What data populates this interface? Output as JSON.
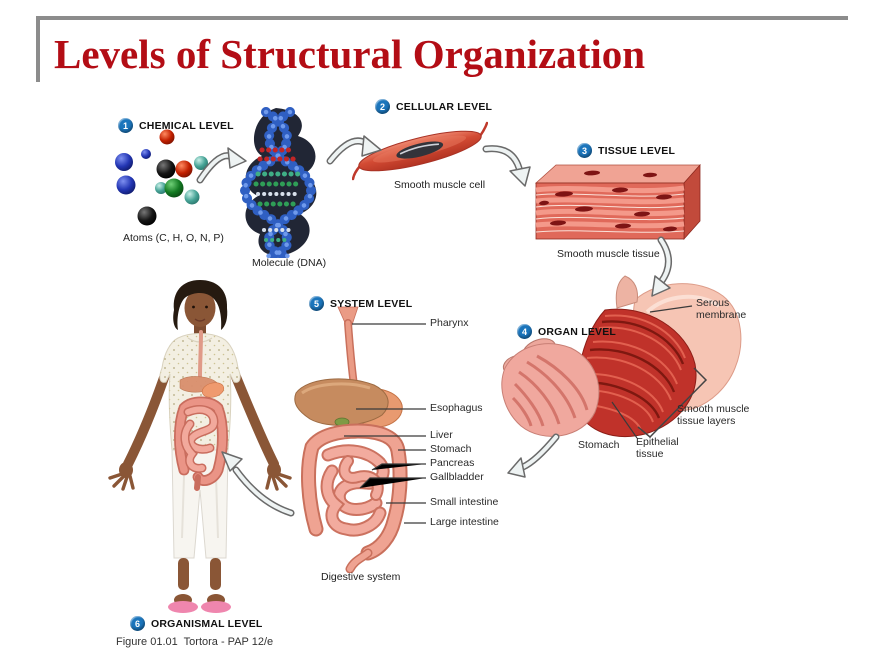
{
  "slide": {
    "title": "Levels of Structural Organization",
    "figure_caption": "Figure 01.01  Tortora - PAP 12/e"
  },
  "levels": [
    {
      "num": "1",
      "label": "CHEMICAL LEVEL"
    },
    {
      "num": "2",
      "label": "CELLULAR LEVEL"
    },
    {
      "num": "3",
      "label": "TISSUE LEVEL"
    },
    {
      "num": "4",
      "label": "ORGAN LEVEL"
    },
    {
      "num": "5",
      "label": "SYSTEM LEVEL"
    },
    {
      "num": "6",
      "label": "ORGANISMAL LEVEL"
    }
  ],
  "chemical": {
    "atoms_caption": "Atoms (C, H, O, N, P)",
    "molecule_caption": "Molecule (DNA)"
  },
  "cellular": {
    "caption": "Smooth muscle cell"
  },
  "tissue": {
    "caption": "Smooth muscle tissue"
  },
  "organ": {
    "serous_membrane": "Serous\nmembrane",
    "smooth_muscle_layers": "Smooth muscle\ntissue layers",
    "stomach_label": "Stomach",
    "epithelial": "Epithelial\ntissue"
  },
  "system": {
    "labels": [
      "Pharynx",
      "Esophagus",
      "Liver",
      "Stomach",
      "Pancreas",
      "Gallbladder",
      "Small intestine",
      "Large intestine"
    ],
    "caption": "Digestive system"
  },
  "colors": {
    "title_red": "#b30d15",
    "badge_blue": "#1b75bc",
    "muscle_red": "#c0322a",
    "tissue_pink": "#e0695a",
    "arrow_fill": "#eef3f3"
  }
}
